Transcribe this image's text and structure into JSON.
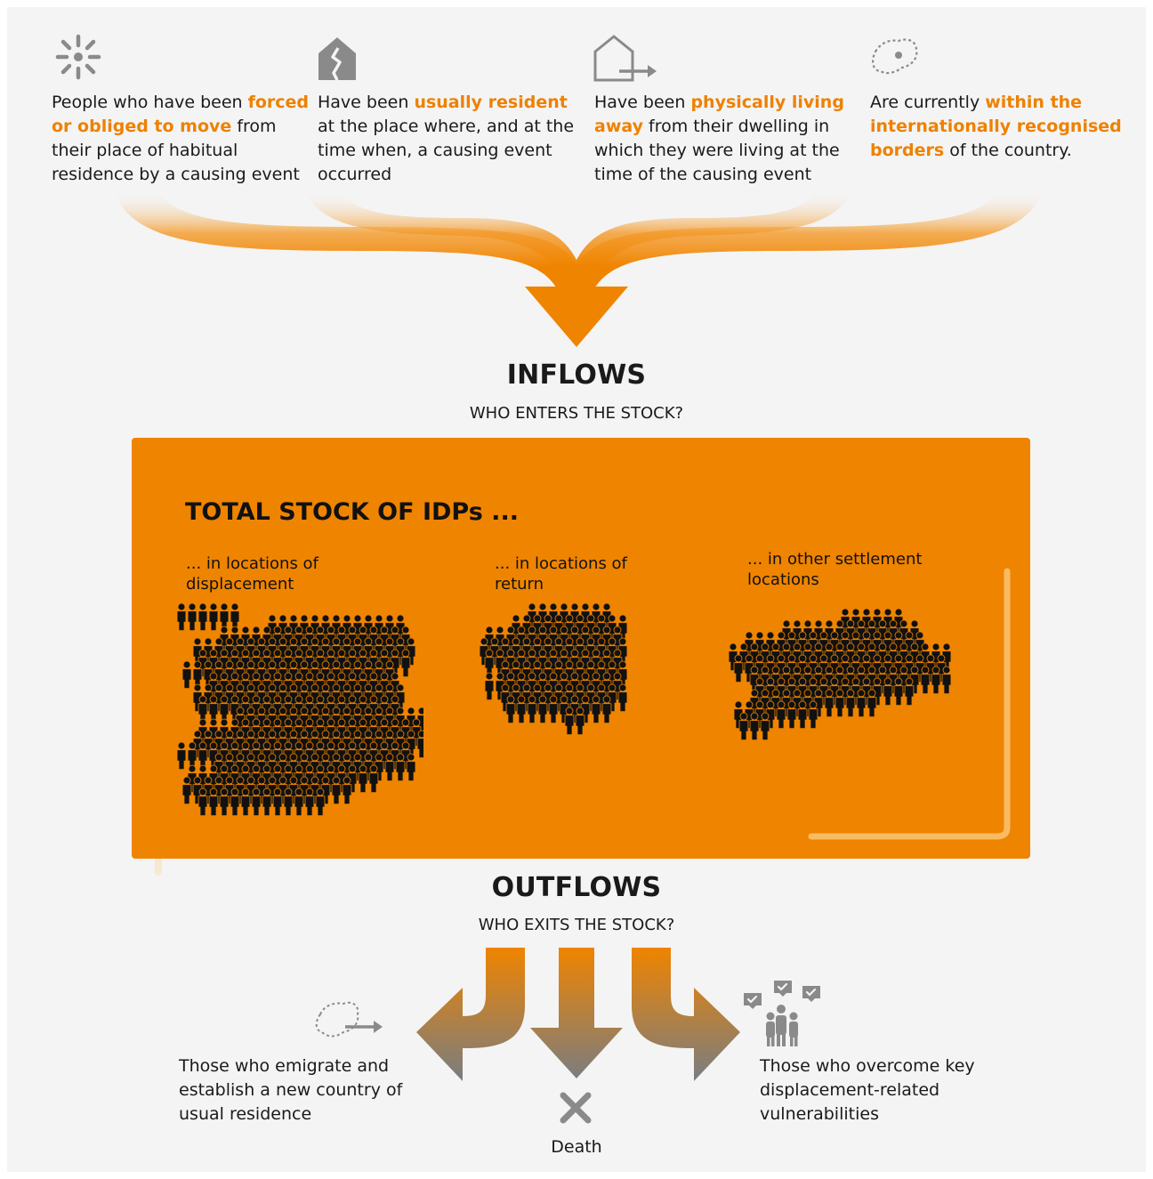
{
  "criteria": [
    {
      "icon": "burst-icon",
      "segments": [
        {
          "t": "People who have been ",
          "hl": false
        },
        {
          "t": "forced or obliged to move",
          "hl": true
        },
        {
          "t": " from their place of habitual residence by a causing event",
          "hl": false
        }
      ]
    },
    {
      "icon": "cracked-house-icon",
      "segments": [
        {
          "t": "Have been ",
          "hl": false
        },
        {
          "t": "usually resident",
          "hl": true
        },
        {
          "t": " at the place where, and at the time when, a causing event occurred",
          "hl": false
        }
      ]
    },
    {
      "icon": "house-exit-icon",
      "segments": [
        {
          "t": "Have been ",
          "hl": false
        },
        {
          "t": "physically living away",
          "hl": true
        },
        {
          "t": " from their dwelling in which they were living at the time of the causing event",
          "hl": false
        }
      ]
    },
    {
      "icon": "country-border-icon",
      "segments": [
        {
          "t": "Are currently ",
          "hl": false
        },
        {
          "t": "within the internationally recognised borders",
          "hl": true
        },
        {
          "t": " of the country.",
          "hl": false
        }
      ]
    }
  ],
  "inflows": {
    "title": "INFLOWS",
    "subtitle": "WHO ENTERS THE STOCK?"
  },
  "stock": {
    "title": "TOTAL STOCK OF IDPs ...",
    "locations": [
      {
        "label": "... in locations of displacement"
      },
      {
        "label": "... in locations of return"
      },
      {
        "label": "... in other settlement locations"
      }
    ]
  },
  "outflows": {
    "title": "OUTFLOWS",
    "subtitle": "WHO EXITS THE STOCK?",
    "exits": [
      {
        "label": "Those who emigrate and establish a new country of usual residence",
        "icon": "emigrate-border-icon"
      },
      {
        "label": "Death",
        "icon": "cross-icon"
      },
      {
        "label": "Those who overcome key displacement-related vulnerabilities",
        "icon": "people-checkmarks-icon"
      }
    ]
  },
  "colors": {
    "accent": "#ef8400",
    "highlight_text": "#ee8100",
    "icon_gray": "#8a8a8a",
    "arrow_gray": "#858585",
    "panel": "#f4f4f4"
  }
}
